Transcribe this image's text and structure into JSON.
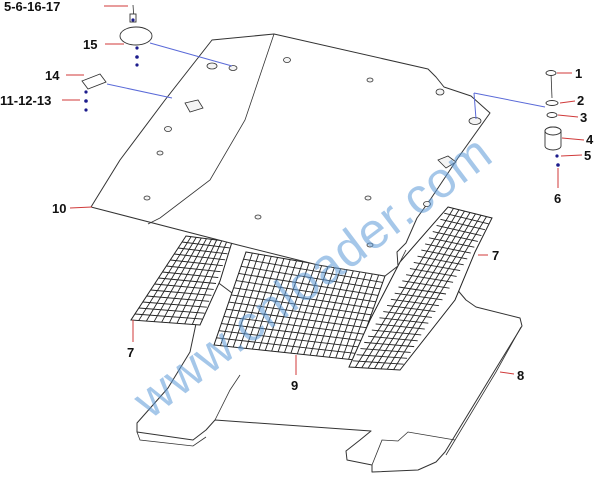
{
  "callouts": {
    "c_5_6_16_17": "5-6-16-17",
    "c_15": "15",
    "c_14": "14",
    "c_11_12_13": "11-12-13",
    "c_10": "10",
    "c_1": "1",
    "c_2": "2",
    "c_3": "3",
    "c_4": "4",
    "c_5": "5",
    "c_6": "6",
    "c_7_left": "7",
    "c_7_right": "7",
    "c_8": "8",
    "c_9": "9"
  },
  "watermark": "www.cnloader.com",
  "colors": {
    "leader": "#d03a3a",
    "guide": "#5a6ad8",
    "watermark": "#5d9ad8"
  }
}
